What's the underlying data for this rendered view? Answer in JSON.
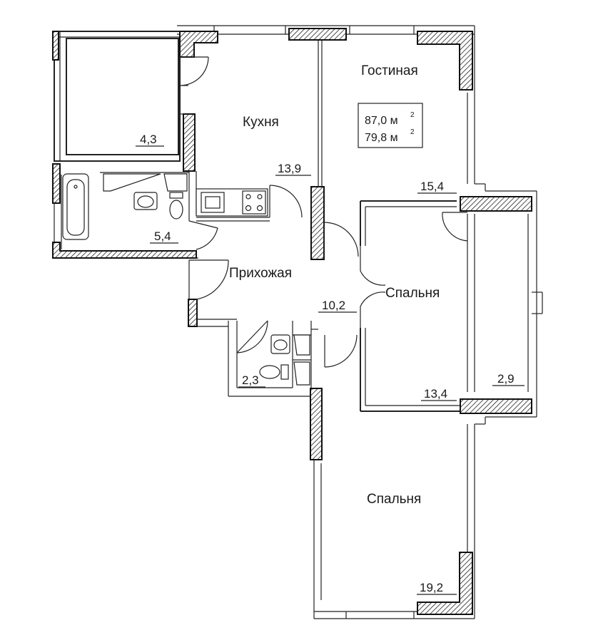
{
  "plan": {
    "total_area": "87,0 м",
    "living_area": "79,8 м",
    "area_unit_exp": "2",
    "rooms": {
      "living": {
        "name": "Гостиная",
        "area": "15,4"
      },
      "kitchen": {
        "name": "Кухня",
        "area": "13,9"
      },
      "hallway": {
        "name": "Прихожая",
        "area": "10,2"
      },
      "bedroom_small": {
        "name": "Спальня",
        "area": "13,4"
      },
      "bedroom_large": {
        "name": "Спальня",
        "area": "19,2"
      },
      "balcony_left": {
        "area": "4,3"
      },
      "bathroom": {
        "area": "5,4"
      },
      "wc": {
        "area": "2,3"
      },
      "balcony_right": {
        "area": "2,9"
      }
    }
  }
}
